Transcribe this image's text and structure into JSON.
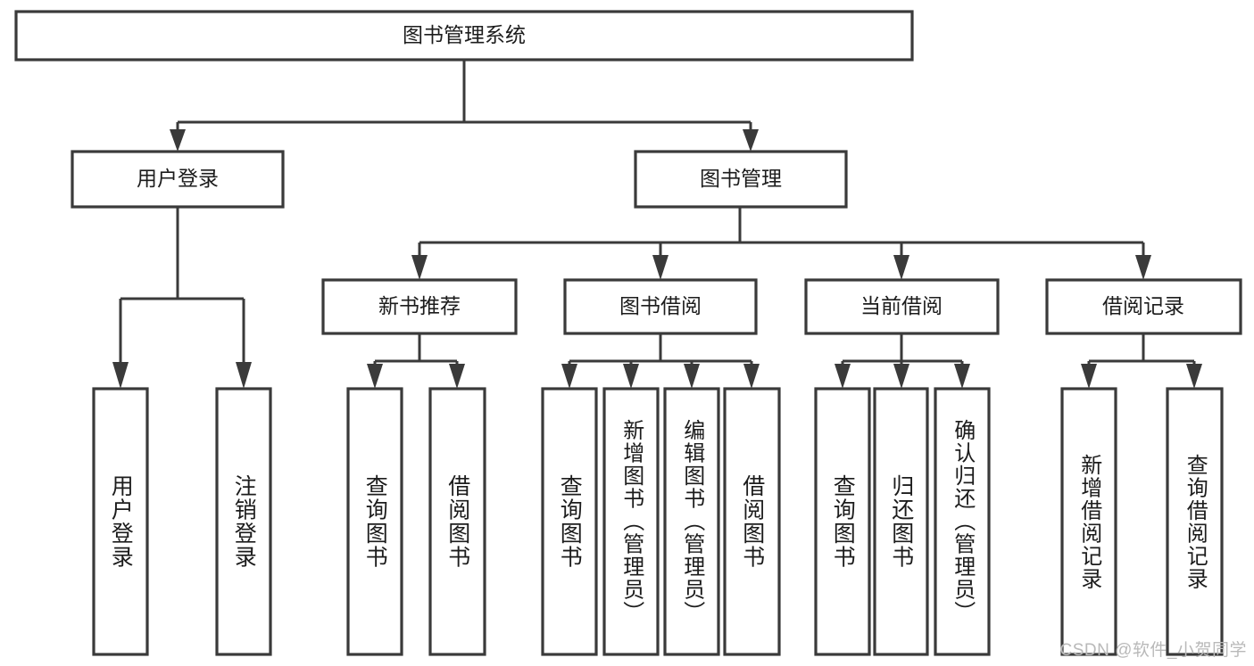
{
  "diagram": {
    "title": "图书管理系统",
    "type": "tree-hierarchy-chart",
    "root": {
      "label": "图书管理系统"
    },
    "level2": [
      {
        "label": "用户登录"
      },
      {
        "label": "图书管理"
      }
    ],
    "level3": [
      {
        "label": "新书推荐"
      },
      {
        "label": "图书借阅"
      },
      {
        "label": "当前借阅"
      },
      {
        "label": "借阅记录"
      }
    ],
    "leaves": {
      "user_login": [
        {
          "label": "用户登录"
        },
        {
          "label": "注销登录"
        }
      ],
      "new_book_recommend": [
        {
          "label": "查询图书"
        },
        {
          "label": "借阅图书"
        }
      ],
      "book_borrow": [
        {
          "label": "查询图书"
        },
        {
          "label": "新增图书（管理员）"
        },
        {
          "label": "编辑图书（管理员）"
        },
        {
          "label": "借阅图书"
        }
      ],
      "current_borrow": [
        {
          "label": "查询图书"
        },
        {
          "label": "归还图书"
        },
        {
          "label": "确认归还（管理员）"
        }
      ],
      "borrow_record": [
        {
          "label": "新增借阅记录"
        },
        {
          "label": "查询借阅记录"
        }
      ]
    }
  },
  "watermark": {
    "text": "CSDN @软件_小贺同学"
  },
  "colors": {
    "stroke": "#3a3a3a",
    "text": "#1c1c1c",
    "background": "#ffffff",
    "watermark": "#b9b9b9"
  }
}
